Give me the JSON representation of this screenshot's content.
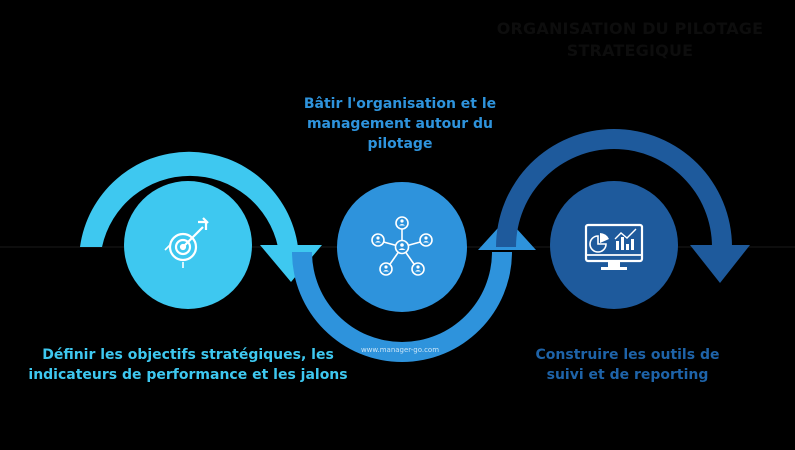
{
  "title": {
    "line1": "ORGANISATION DU PILOTAGE",
    "line2": "STRATEGIQUE"
  },
  "steps": [
    {
      "label": "Définir les objectifs stratégiques, les indicateurs de performance et les jalons",
      "color": "#3ec8f0",
      "icon": "target-arrow-icon"
    },
    {
      "label": "Bâtir l'organisation et le management autour du pilotage",
      "color": "#2e93dc",
      "icon": "network-people-icon"
    },
    {
      "label": "Construire les outils de suivi et de reporting",
      "color": "#1e5a9c",
      "icon": "dashboard-monitor-icon"
    }
  ],
  "watermark": "www.manager-go.com",
  "colors": {
    "background": "#000000",
    "light_blue": "#3ec8f0",
    "mid_blue": "#2e93dc",
    "dark_blue": "#1e5a9c"
  }
}
